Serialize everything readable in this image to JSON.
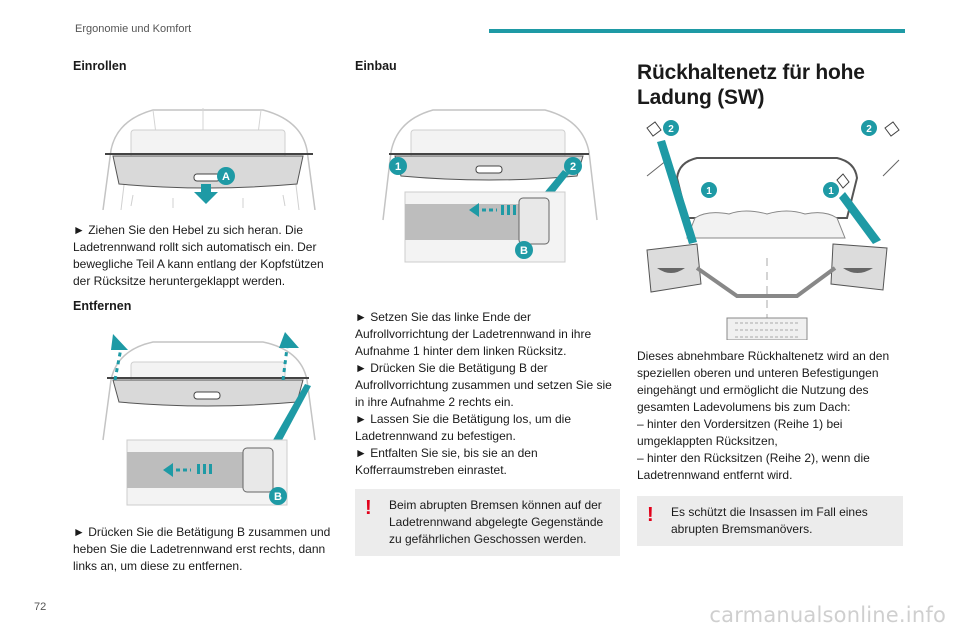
{
  "header": {
    "section": "Ergonomie und Komfort",
    "accent_color": "#1e9aa5"
  },
  "col1": {
    "einrollen_title": "Einrollen",
    "einrollen_text": "► Ziehen Sie den Hebel zu sich heran. Die Ladetrennwand rollt sich automatisch ein. Der bewegliche Teil A kann entlang der Kopfstützen der Rücksitze heruntergeklappt werden.",
    "fig1_label": "A",
    "entfernen_title": "Entfernen",
    "fig2_label": "B",
    "entfernen_text": "► Drücken Sie die Betätigung B zusammen und heben Sie die Ladetrennwand erst rechts, dann links an, um diese zu entfernen."
  },
  "col2": {
    "einbau_title": "Einbau",
    "fig_label_1": "1",
    "fig_label_2": "2",
    "fig_label_b": "B",
    "steps": [
      "► Setzen Sie das linke Ende der Aufrollvorrichtung der Ladetrennwand in ihre Aufnahme 1 hinter dem linken Rücksitz.",
      "► Drücken Sie die Betätigung B der Aufrollvorrichtung zusammen und setzen Sie sie in ihre Aufnahme 2 rechts ein.",
      "► Lassen Sie die Betätigung los, um die Ladetrennwand zu befestigen.",
      "► Entfalten Sie sie, bis sie an den Kofferraumstreben einrastet."
    ],
    "warning": "Beim abrupten Bremsen können auf der Ladetrennwand abgelegte Gegenstände zu gefährlichen Geschossen werden."
  },
  "col3": {
    "title": "Rückhaltenetz für hohe Ladung (SW)",
    "fig_labels": [
      "2",
      "2",
      "1",
      "1"
    ],
    "body": "Dieses abnehmbare Rückhaltenetz wird an den speziellen oberen und unteren Befestigungen eingehängt und ermöglicht die Nutzung des gesamten Ladevolumens bis zum Dach:",
    "items": [
      "– hinter den Vordersitzen (Reihe 1) bei umgeklappten Rücksitzen,",
      "– hinter den Rücksitzen (Reihe 2), wenn die Ladetrennwand entfernt wird."
    ],
    "warning": "Es schützt die Insassen im Fall eines abrupten Bremsmanövers."
  },
  "footer": {
    "page_number": "72",
    "watermark": "carmanualsonline.info"
  },
  "colors": {
    "teal": "#1e9aa5",
    "warning_red": "#e2001a",
    "warning_bg": "#ececec"
  }
}
